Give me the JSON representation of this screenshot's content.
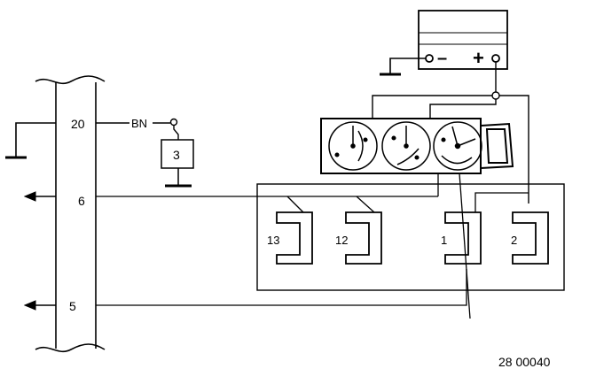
{
  "connector_pins": {
    "pin_20": "20",
    "pin_6": "6",
    "pin_5": "5"
  },
  "wire_color_label": "BN",
  "component_3_label": "3",
  "battery": {
    "minus": "–",
    "plus": "+"
  },
  "socket_labels": {
    "s13": "13",
    "s12": "12",
    "s1": "1",
    "s2": "2"
  },
  "figure_code": "28 00040",
  "colors": {
    "line": "#000000",
    "background": "#ffffff"
  }
}
